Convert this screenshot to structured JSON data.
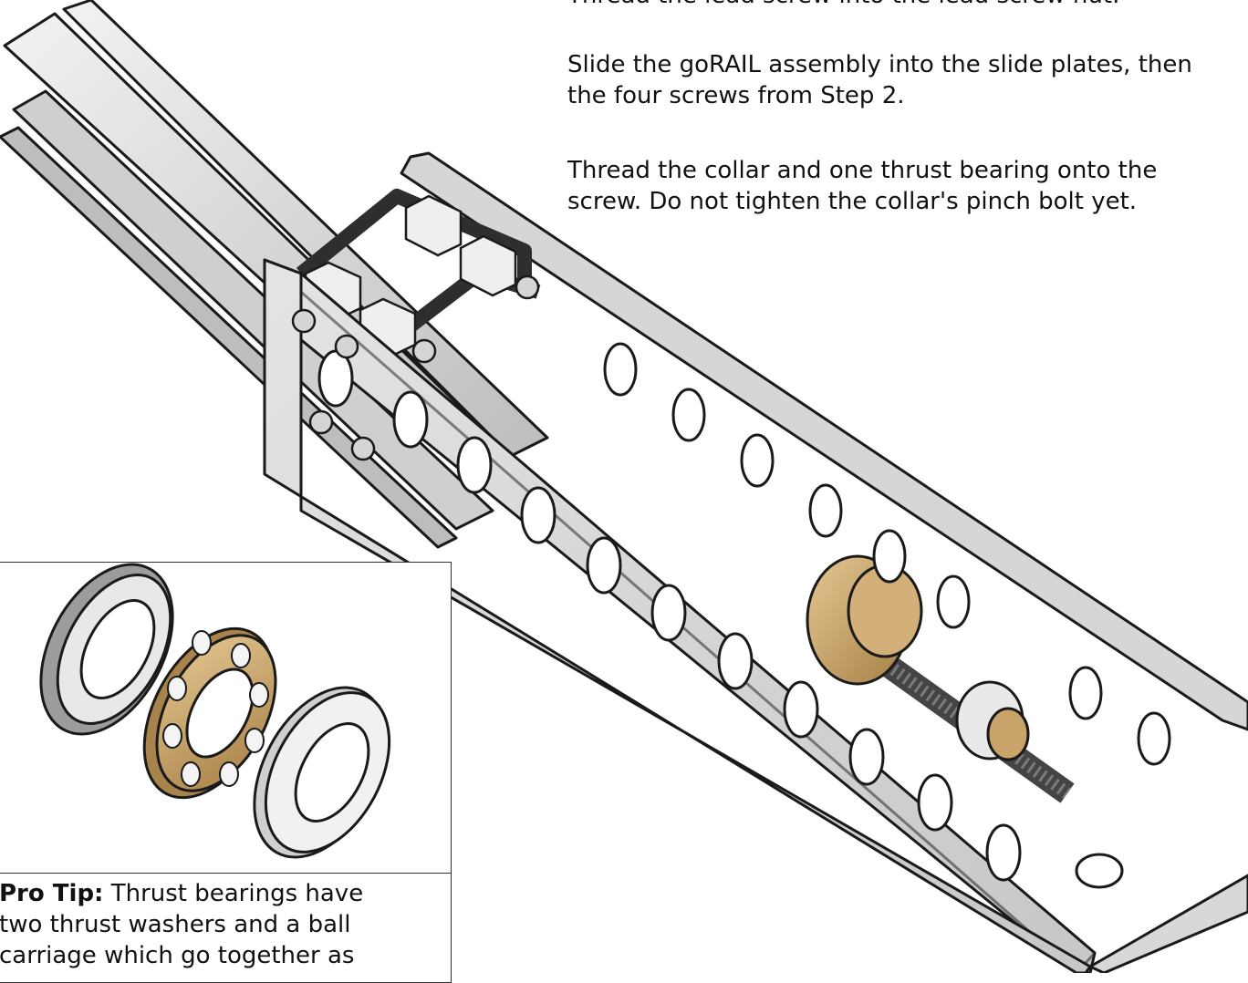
{
  "instructions": {
    "cut_line": "Thread the lead screw into the lead screw nut.",
    "step_slide": [
      "Slide the goRAIL assembly into the slide plates, then",
      "the four screws from Step 2."
    ],
    "step_collar": [
      "Thread the collar and one thrust bearing onto the",
      "screw. Do not tighten the collar's pinch bolt yet."
    ]
  },
  "pro_tip": {
    "label": "Pro Tip:",
    "lines": [
      " Thrust bearings have",
      "two thrust washers and a ball",
      "carriage which go together as"
    ]
  },
  "colors": {
    "metal": "#d9d9d9",
    "metal_dark": "#9a9a9a",
    "bronze": "#c9a46a",
    "outline": "#1a1a1a",
    "bracket": "#3a3a3a"
  },
  "icons": [
    "assembly-illustration",
    "thrust-bearing-illustration"
  ]
}
